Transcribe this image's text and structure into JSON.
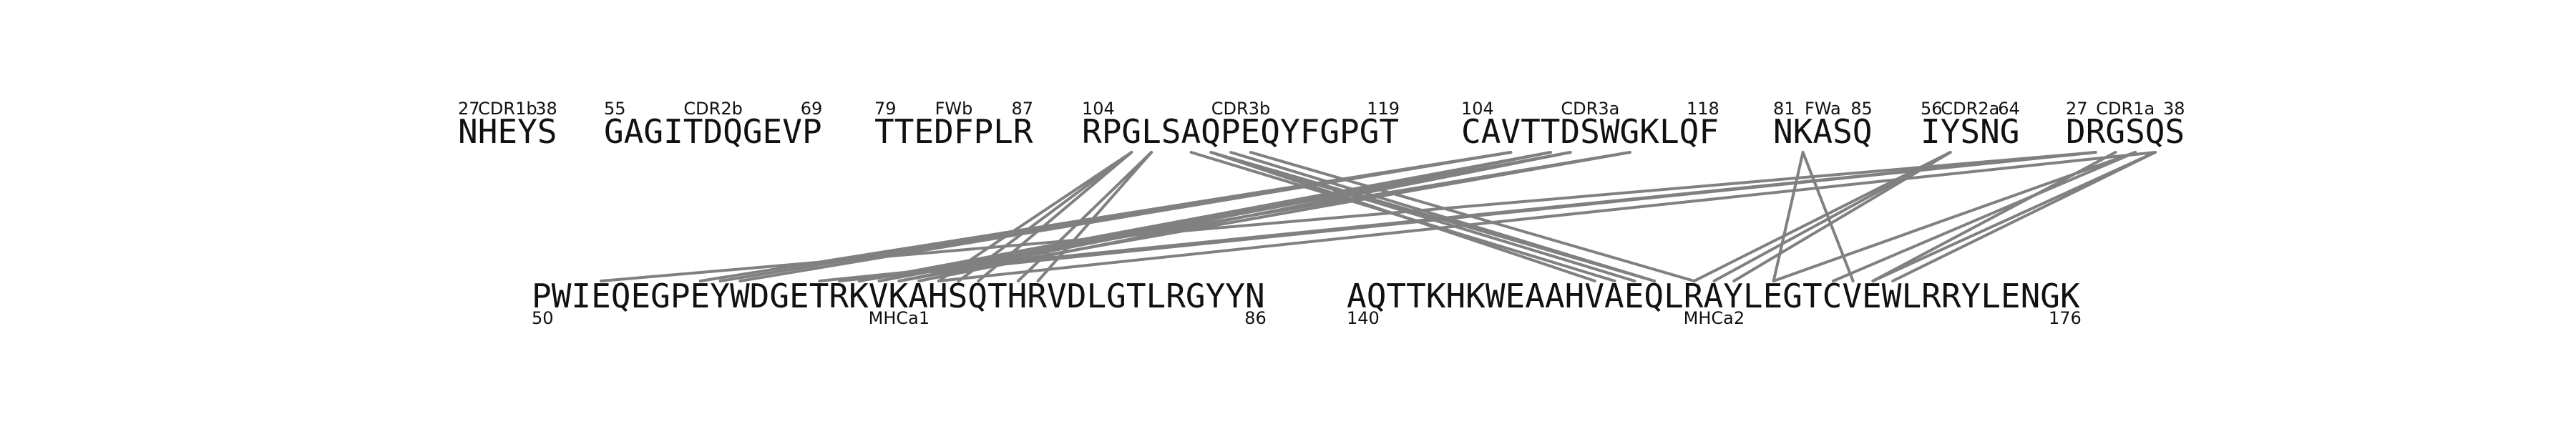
{
  "segments_top": [
    {
      "seq": "NHEYS",
      "start": "27",
      "name": "CDR1b",
      "end": "38"
    },
    {
      "seq": "GAGITDQGEVP",
      "start": "55",
      "name": "CDR2b",
      "end": "69"
    },
    {
      "seq": "TTEDFPLR",
      "start": "79",
      "name": "FWb",
      "end": "87"
    },
    {
      "seq": "RPGLSAQPEQYFGPGT",
      "start": "104",
      "name": "CDR3b",
      "end": "119"
    },
    {
      "seq": "CAVTTDSWGKLQF",
      "start": "104",
      "name": "CDR3a",
      "end": "118"
    },
    {
      "seq": "NKASQ",
      "start": "81",
      "name": "FWa",
      "end": "85"
    },
    {
      "seq": "IYSNG",
      "start": "56",
      "name": "CDR2a",
      "end": "64"
    },
    {
      "seq": "DRGSQS",
      "start": "27",
      "name": "CDR1a",
      "end": "38"
    }
  ],
  "segments_bottom": [
    {
      "seq": "PWIEQEGPEYWDGETRKVKAHSQTHRVDLGTLRGYYN",
      "start": "50",
      "name": "MHCa1",
      "end": "86"
    },
    {
      "seq": "AQTTKHKWEAAHVAEQLRAYLEGTCVEWLRRYLENGK",
      "start": "140",
      "name": "MHCa2",
      "end": "176"
    }
  ],
  "line_color": "#808080",
  "links": [
    {
      "top": [
        3,
        2
      ],
      "bottom": [
        0,
        20
      ]
    },
    {
      "top": [
        3,
        2
      ],
      "bottom": [
        0,
        21
      ]
    },
    {
      "top": [
        3,
        2
      ],
      "bottom": [
        0,
        22
      ]
    },
    {
      "top": [
        3,
        3
      ],
      "bottom": [
        0,
        25
      ]
    },
    {
      "top": [
        3,
        3
      ],
      "bottom": [
        0,
        24
      ]
    },
    {
      "top": [
        3,
        6
      ],
      "bottom": [
        1,
        12
      ]
    },
    {
      "top": [
        3,
        5
      ],
      "bottom": [
        1,
        13
      ]
    },
    {
      "top": [
        3,
        6
      ],
      "bottom": [
        1,
        14
      ]
    },
    {
      "top": [
        3,
        7
      ],
      "bottom": [
        1,
        15
      ]
    },
    {
      "top": [
        3,
        8
      ],
      "bottom": [
        1,
        17
      ]
    },
    {
      "top": [
        3,
        6
      ],
      "bottom": [
        1,
        15
      ]
    },
    {
      "top": [
        4,
        2
      ],
      "bottom": [
        0,
        8
      ]
    },
    {
      "top": [
        4,
        2
      ],
      "bottom": [
        0,
        9
      ]
    },
    {
      "top": [
        4,
        2
      ],
      "bottom": [
        0,
        10
      ]
    },
    {
      "top": [
        4,
        4
      ],
      "bottom": [
        0,
        16
      ]
    },
    {
      "top": [
        4,
        4
      ],
      "bottom": [
        0,
        17
      ]
    },
    {
      "top": [
        4,
        4
      ],
      "bottom": [
        0,
        18
      ]
    },
    {
      "top": [
        4,
        5
      ],
      "bottom": [
        0,
        17
      ]
    },
    {
      "top": [
        4,
        5
      ],
      "bottom": [
        0,
        19
      ]
    },
    {
      "top": [
        4,
        8
      ],
      "bottom": [
        0,
        16
      ]
    },
    {
      "top": [
        4,
        8
      ],
      "bottom": [
        0,
        18
      ]
    },
    {
      "top": [
        5,
        1
      ],
      "bottom": [
        1,
        21
      ]
    },
    {
      "top": [
        5,
        1
      ],
      "bottom": [
        1,
        25
      ]
    },
    {
      "top": [
        6,
        1
      ],
      "bottom": [
        1,
        17
      ]
    },
    {
      "top": [
        6,
        1
      ],
      "bottom": [
        1,
        19
      ]
    },
    {
      "top": [
        6,
        1
      ],
      "bottom": [
        1,
        18
      ]
    },
    {
      "top": [
        7,
        1
      ],
      "bottom": [
        0,
        3
      ]
    },
    {
      "top": [
        7,
        1
      ],
      "bottom": [
        0,
        14
      ]
    },
    {
      "top": [
        7,
        1
      ],
      "bottom": [
        0,
        15
      ]
    },
    {
      "top": [
        7,
        3
      ],
      "bottom": [
        1,
        21
      ]
    },
    {
      "top": [
        7,
        3
      ],
      "bottom": [
        1,
        24
      ]
    },
    {
      "top": [
        7,
        4
      ],
      "bottom": [
        0,
        20
      ]
    },
    {
      "top": [
        7,
        4
      ],
      "bottom": [
        1,
        26
      ]
    },
    {
      "top": [
        7,
        4
      ],
      "bottom": [
        1,
        27
      ]
    },
    {
      "top": [
        7,
        2
      ],
      "bottom": [
        1,
        26
      ]
    }
  ]
}
